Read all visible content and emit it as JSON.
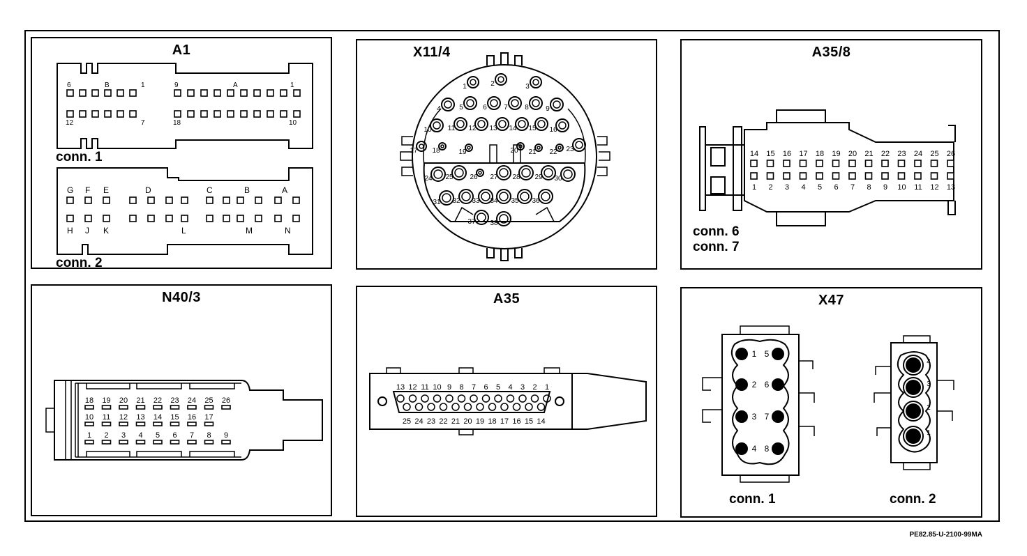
{
  "footer_code": "PE82.85-U-2100-99MA",
  "panels": {
    "a1": {
      "title": "A1",
      "conn1_label": "conn. 1",
      "conn2_label": "conn. 2",
      "c1_labels_top": [
        "6",
        "B",
        "1",
        "9",
        "A",
        "1"
      ],
      "c1_labels_bottom": [
        "12",
        "7",
        "18",
        "10"
      ],
      "c2_labels_top": [
        "G",
        "F",
        "E",
        "D",
        "C",
        "B",
        "A"
      ],
      "c2_labels_bottom": [
        "H",
        "J",
        "K",
        "L",
        "M",
        "N"
      ]
    },
    "x11_4": {
      "title": "X11/4",
      "pins": [
        "1",
        "2",
        "3",
        "4",
        "5",
        "6",
        "7",
        "8",
        "9",
        "10",
        "11",
        "12",
        "13",
        "14",
        "15",
        "16",
        "17",
        "18",
        "19",
        "20",
        "21",
        "22",
        "23",
        "24",
        "25",
        "26",
        "27",
        "28",
        "29",
        "30",
        "31",
        "32",
        "33",
        "34",
        "35",
        "36",
        "37",
        "38"
      ]
    },
    "a35_8": {
      "title": "A35/8",
      "conn6_label": "conn. 6",
      "conn7_label": "conn. 7",
      "top_pins": [
        "14",
        "15",
        "16",
        "17",
        "18",
        "19",
        "20",
        "21",
        "22",
        "23",
        "24",
        "25",
        "26"
      ],
      "bottom_pins": [
        "1",
        "2",
        "3",
        "4",
        "5",
        "6",
        "7",
        "8",
        "9",
        "10",
        "11",
        "12",
        "13"
      ]
    },
    "n40_3": {
      "title": "N40/3",
      "row1": [
        "18",
        "19",
        "20",
        "21",
        "22",
        "23",
        "24",
        "25",
        "26"
      ],
      "row2": [
        "10",
        "11",
        "12",
        "13",
        "14",
        "15",
        "16",
        "17"
      ],
      "row3": [
        "1",
        "2",
        "3",
        "4",
        "5",
        "6",
        "7",
        "8",
        "9"
      ]
    },
    "a35": {
      "title": "A35",
      "top_pins": [
        "13",
        "12",
        "11",
        "10",
        "9",
        "8",
        "7",
        "6",
        "5",
        "4",
        "3",
        "2",
        "1"
      ],
      "bottom_pins": [
        "25",
        "24",
        "23",
        "22",
        "21",
        "20",
        "19",
        "18",
        "17",
        "16",
        "15",
        "14"
      ]
    },
    "x47": {
      "title": "X47",
      "conn1_label": "conn. 1",
      "conn2_label": "conn. 2",
      "c1_left": [
        "1",
        "2",
        "3",
        "4"
      ],
      "c1_right": [
        "5",
        "6",
        "7",
        "8"
      ],
      "c2_pins": [
        "4",
        "3",
        "2",
        "1"
      ]
    }
  }
}
